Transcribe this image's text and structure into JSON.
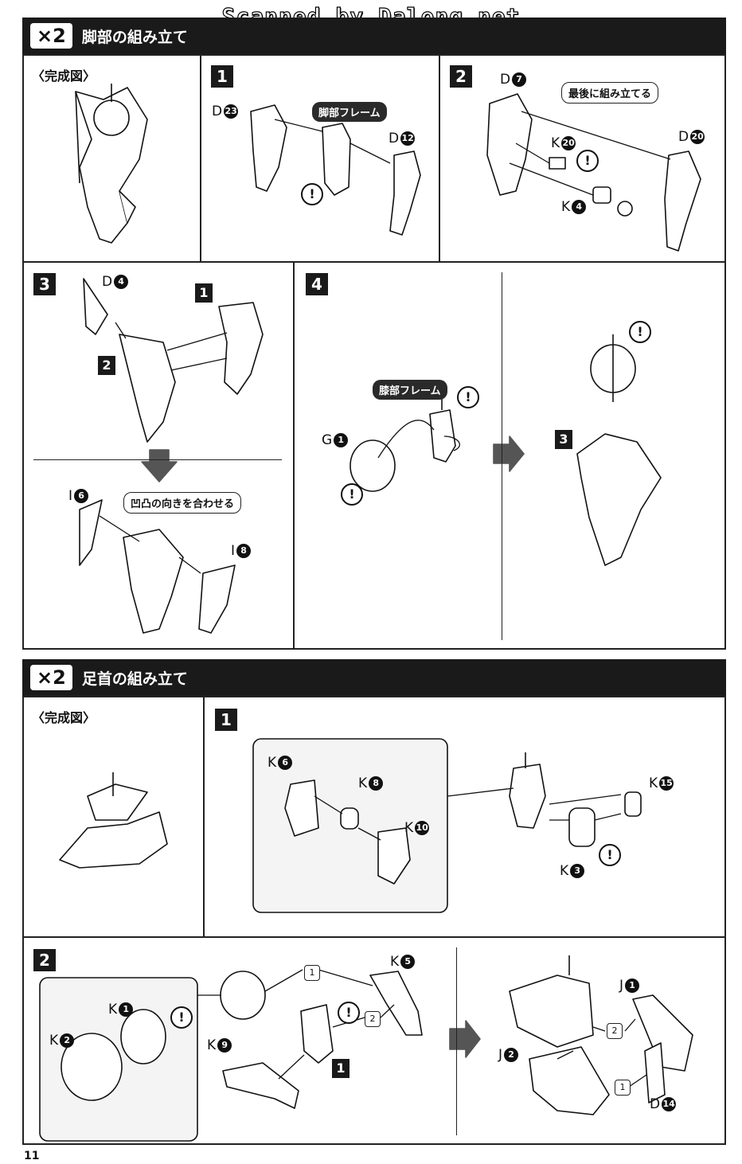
{
  "watermark": "Scanned by Dalong.net",
  "section1": {
    "multiplier": "×2",
    "title": "脚部の組み立て",
    "completed_label": "〈完成図〉",
    "step1": {
      "num": "1",
      "callout": "脚部フレーム",
      "parts": [
        {
          "letter": "D",
          "num": "23"
        },
        {
          "letter": "D",
          "num": "12"
        }
      ]
    },
    "step2": {
      "num": "2",
      "callout": "最後に組み立てる",
      "parts": [
        {
          "letter": "D",
          "num": "7"
        },
        {
          "letter": "D",
          "num": "20"
        },
        {
          "letter": "K",
          "num": "20"
        },
        {
          "letter": "K",
          "num": "4"
        }
      ]
    },
    "step3": {
      "num": "3",
      "callout": "凹凸の向きを合わせる",
      "ref1": "1",
      "ref2": "2",
      "parts": [
        {
          "letter": "D",
          "num": "4"
        },
        {
          "letter": "I",
          "num": "6"
        },
        {
          "letter": "I",
          "num": "8"
        }
      ]
    },
    "step4": {
      "num": "4",
      "callout": "膝部フレーム",
      "ref3": "3",
      "parts": [
        {
          "letter": "G",
          "num": "1"
        }
      ]
    }
  },
  "section2": {
    "multiplier": "×2",
    "title": "足首の組み立て",
    "completed_label": "〈完成図〉",
    "step1": {
      "num": "1",
      "parts": [
        {
          "letter": "K",
          "num": "6"
        },
        {
          "letter": "K",
          "num": "8"
        },
        {
          "letter": "K",
          "num": "10"
        },
        {
          "letter": "K",
          "num": "15"
        },
        {
          "letter": "K",
          "num": "3"
        }
      ]
    },
    "step2": {
      "num": "2",
      "ref1": "1",
      "order1": "1",
      "order2": "2",
      "parts": [
        {
          "letter": "K",
          "num": "1"
        },
        {
          "letter": "K",
          "num": "2"
        },
        {
          "letter": "K",
          "num": "5"
        },
        {
          "letter": "K",
          "num": "9"
        },
        {
          "letter": "J",
          "num": "1"
        },
        {
          "letter": "J",
          "num": "2"
        },
        {
          "letter": "D",
          "num": "14"
        }
      ]
    }
  },
  "warning_symbol": "!",
  "page_number": "11"
}
